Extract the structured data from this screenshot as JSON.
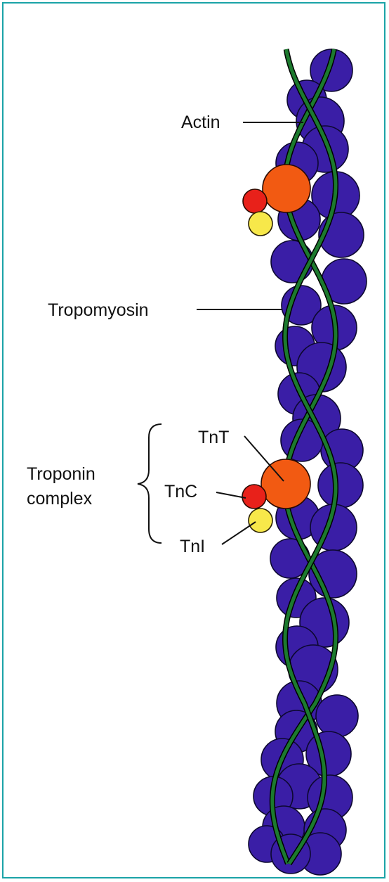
{
  "labels": {
    "actin": "Actin",
    "tropomyosin": "Tropomyosin",
    "troponin_line1": "Troponin",
    "troponin_line2": "complex",
    "tnt": "TnT",
    "tnc": "TnC",
    "tni": "TnI"
  },
  "colors": {
    "frame": "#1aa3a7",
    "actin": "#3a1ea6",
    "actin_outline": "#0d0830",
    "tropomyosin": "#1c7a2e",
    "tnt": "#f25a12",
    "tnc": "#e8211a",
    "tni": "#f7e84a",
    "text": "#111111"
  }
}
